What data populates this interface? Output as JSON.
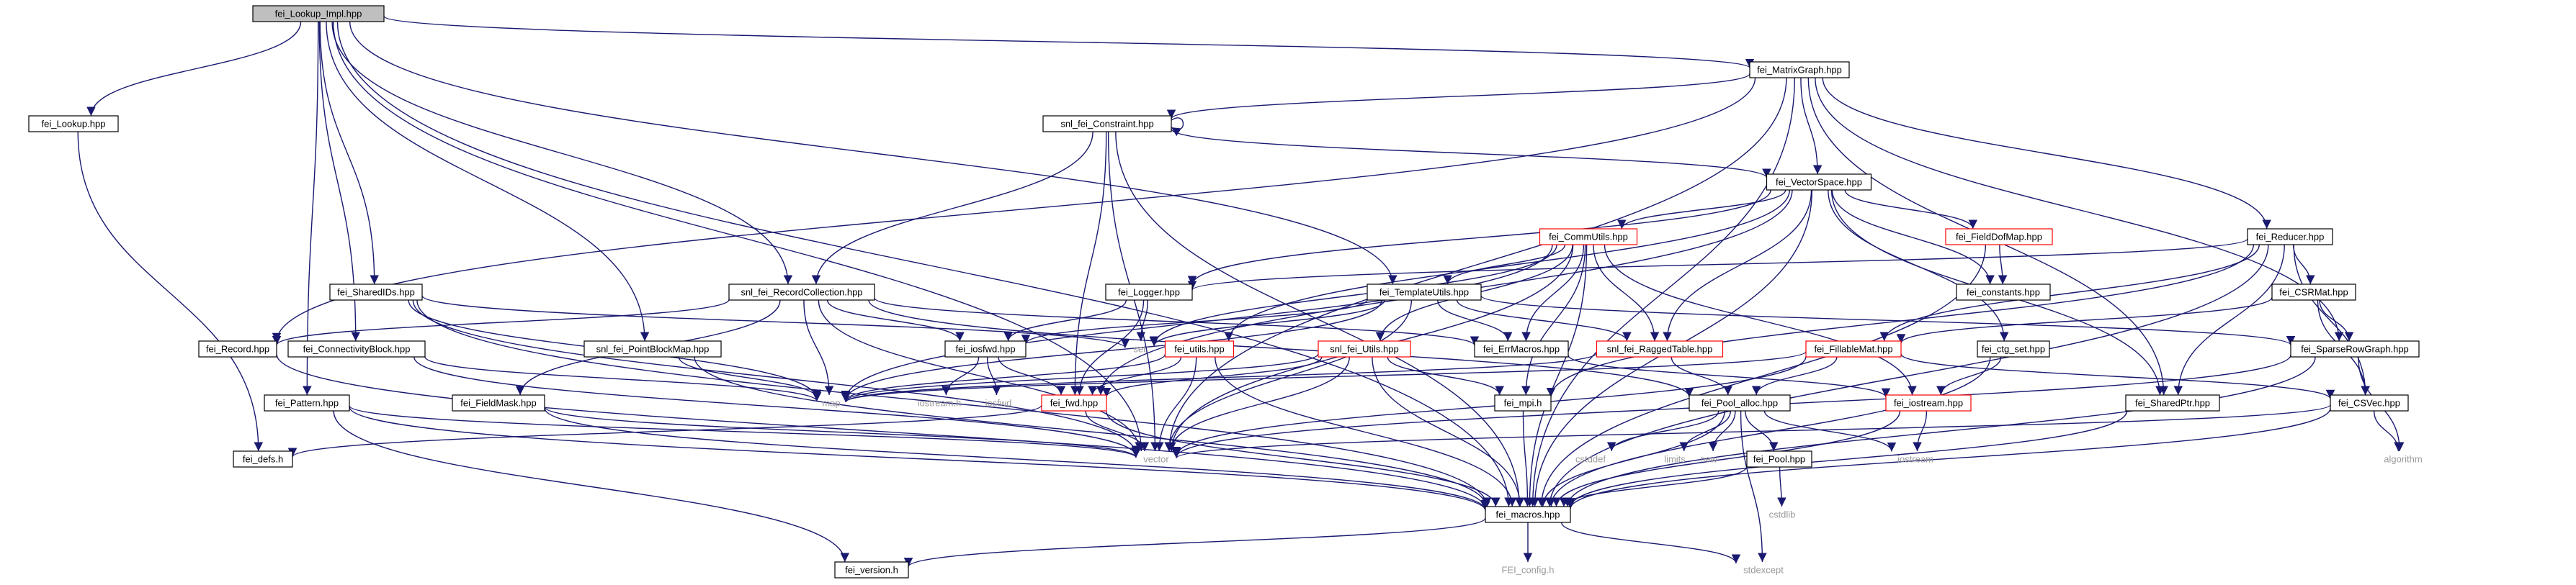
{
  "colors": {
    "edge": "#191970",
    "root_fill": "#bfbfbf",
    "external_border": "#ff0000",
    "system_header": "#bfbfbf"
  },
  "nodes": [
    {
      "id": "root",
      "label": "fei_Lookup_Impl.hpp",
      "kind": "root"
    },
    {
      "id": "matrixgraph",
      "label": "fei_MatrixGraph.hpp",
      "kind": "normal"
    },
    {
      "id": "lookup",
      "label": "fei_Lookup.hpp",
      "kind": "normal"
    },
    {
      "id": "constraint",
      "label": "snl_fei_Constraint.hpp",
      "kind": "normal"
    },
    {
      "id": "vectorspace",
      "label": "fei_VectorSpace.hpp",
      "kind": "normal"
    },
    {
      "id": "reducer",
      "label": "fei_Reducer.hpp",
      "kind": "normal"
    },
    {
      "id": "commutils",
      "label": "fei_CommUtils.hpp",
      "kind": "red"
    },
    {
      "id": "fielddofmap",
      "label": "fei_FieldDofMap.hpp",
      "kind": "red"
    },
    {
      "id": "sharedids",
      "label": "fei_SharedIDs.hpp",
      "kind": "normal"
    },
    {
      "id": "reccoll",
      "label": "snl_fei_RecordCollection.hpp",
      "kind": "normal"
    },
    {
      "id": "logger",
      "label": "fei_Logger.hpp",
      "kind": "normal"
    },
    {
      "id": "templateutils",
      "label": "fei_TemplateUtils.hpp",
      "kind": "normal"
    },
    {
      "id": "constants",
      "label": "fei_constants.hpp",
      "kind": "normal"
    },
    {
      "id": "csrmat",
      "label": "fei_CSRMat.hpp",
      "kind": "normal"
    },
    {
      "id": "record",
      "label": "fei_Record.hpp",
      "kind": "normal"
    },
    {
      "id": "connblock",
      "label": "fei_ConnectivityBlock.hpp",
      "kind": "normal"
    },
    {
      "id": "pointblockmap",
      "label": "snl_fei_PointBlockMap.hpp",
      "kind": "normal"
    },
    {
      "id": "set",
      "label": "set",
      "kind": "gray"
    },
    {
      "id": "iosfwd_hpp",
      "label": "fei_iosfwd.hpp",
      "kind": "normal"
    },
    {
      "id": "utils",
      "label": "fei_utils.hpp",
      "kind": "red"
    },
    {
      "id": "snlutils",
      "label": "snl_fei_Utils.hpp",
      "kind": "red"
    },
    {
      "id": "errmacros",
      "label": "fei_ErrMacros.hpp",
      "kind": "normal"
    },
    {
      "id": "raggedtable",
      "label": "snl_fei_RaggedTable.hpp",
      "kind": "red"
    },
    {
      "id": "fillablemat",
      "label": "fei_FillableMat.hpp",
      "kind": "red"
    },
    {
      "id": "ctgset",
      "label": "fei_ctg_set.hpp",
      "kind": "normal"
    },
    {
      "id": "sparserowgraph",
      "label": "fei_SparseRowGraph.hpp",
      "kind": "normal"
    },
    {
      "id": "fieldmask",
      "label": "fei_FieldMask.hpp",
      "kind": "normal"
    },
    {
      "id": "map",
      "label": "map",
      "kind": "gray"
    },
    {
      "id": "iostream_h",
      "label": "iostream.h",
      "kind": "gray"
    },
    {
      "id": "iosfwd",
      "label": "iosfwd",
      "kind": "gray"
    },
    {
      "id": "fei_fwd",
      "label": "fei_fwd.hpp",
      "kind": "red"
    },
    {
      "id": "mpi",
      "label": "fei_mpi.h",
      "kind": "normal"
    },
    {
      "id": "poolalloc",
      "label": "fei_Pool_alloc.hpp",
      "kind": "normal"
    },
    {
      "id": "fei_iostream",
      "label": "fei_iostream.hpp",
      "kind": "red"
    },
    {
      "id": "sharedptr",
      "label": "fei_SharedPtr.hpp",
      "kind": "normal"
    },
    {
      "id": "csvec",
      "label": "fei_CSVec.hpp",
      "kind": "normal"
    },
    {
      "id": "pattern",
      "label": "fei_Pattern.hpp",
      "kind": "normal"
    },
    {
      "id": "defs",
      "label": "fei_defs.h",
      "kind": "normal"
    },
    {
      "id": "vector",
      "label": "vector",
      "kind": "gray"
    },
    {
      "id": "cstddef",
      "label": "cstddef",
      "kind": "gray"
    },
    {
      "id": "limits",
      "label": "limits",
      "kind": "gray"
    },
    {
      "id": "new",
      "label": "new",
      "kind": "gray"
    },
    {
      "id": "pool",
      "label": "fei_Pool.hpp",
      "kind": "normal"
    },
    {
      "id": "iostream",
      "label": "iostream",
      "kind": "gray"
    },
    {
      "id": "algorithm",
      "label": "algorithm",
      "kind": "gray"
    },
    {
      "id": "cstdlib",
      "label": "cstdlib",
      "kind": "gray"
    },
    {
      "id": "macros",
      "label": "fei_macros.hpp",
      "kind": "normal"
    },
    {
      "id": "version",
      "label": "fei_version.h",
      "kind": "normal"
    },
    {
      "id": "feiconfig",
      "label": "FEI_config.h",
      "kind": "gray"
    },
    {
      "id": "stdexcept",
      "label": "stdexcept",
      "kind": "gray"
    }
  ],
  "edges": [
    [
      "root",
      "matrixgraph"
    ],
    [
      "root",
      "lookup"
    ],
    [
      "root",
      "reccoll"
    ],
    [
      "root",
      "sharedids"
    ],
    [
      "root",
      "connblock"
    ],
    [
      "root",
      "pointblockmap"
    ],
    [
      "root",
      "templateutils"
    ],
    [
      "root",
      "vector"
    ],
    [
      "root",
      "macros"
    ],
    [
      "root",
      "pattern"
    ],
    [
      "matrixgraph",
      "constraint"
    ],
    [
      "matrixgraph",
      "vectorspace"
    ],
    [
      "matrixgraph",
      "reducer"
    ],
    [
      "matrixgraph",
      "record"
    ],
    [
      "matrixgraph",
      "sharedptr"
    ],
    [
      "matrixgraph",
      "sparserowgraph"
    ],
    [
      "matrixgraph",
      "macros"
    ],
    [
      "matrixgraph",
      "vector"
    ],
    [
      "lookup",
      "defs"
    ],
    [
      "constraint",
      "constraint"
    ],
    [
      "constraint",
      "vectorspace"
    ],
    [
      "constraint",
      "reccoll"
    ],
    [
      "constraint",
      "fei_fwd"
    ],
    [
      "constraint",
      "vector"
    ],
    [
      "constraint",
      "macros"
    ],
    [
      "vectorspace",
      "commutils"
    ],
    [
      "vectorspace",
      "fielddofmap"
    ],
    [
      "vectorspace",
      "logger"
    ],
    [
      "vectorspace",
      "utils"
    ],
    [
      "vectorspace",
      "raggedtable"
    ],
    [
      "vectorspace",
      "constants"
    ],
    [
      "vectorspace",
      "ctgset"
    ],
    [
      "vectorspace",
      "sharedptr"
    ],
    [
      "vectorspace",
      "fei_fwd"
    ],
    [
      "vectorspace",
      "macros"
    ],
    [
      "reducer",
      "csrmat"
    ],
    [
      "reducer",
      "fillablemat"
    ],
    [
      "reducer",
      "csvec"
    ],
    [
      "reducer",
      "sharedptr"
    ],
    [
      "reducer",
      "logger"
    ],
    [
      "reducer",
      "mpi"
    ],
    [
      "reducer",
      "macros"
    ],
    [
      "commutils",
      "templateutils"
    ],
    [
      "commutils",
      "errmacros"
    ],
    [
      "commutils",
      "raggedtable"
    ],
    [
      "commutils",
      "snlutils"
    ],
    [
      "commutils",
      "fei_iostream"
    ],
    [
      "commutils",
      "mpi"
    ],
    [
      "commutils",
      "set"
    ],
    [
      "commutils",
      "map"
    ],
    [
      "commutils",
      "vector"
    ],
    [
      "commutils",
      "macros"
    ],
    [
      "fielddofmap",
      "constants"
    ],
    [
      "fielddofmap",
      "macros"
    ],
    [
      "sharedids",
      "set"
    ],
    [
      "sharedids",
      "map"
    ],
    [
      "sharedids",
      "vector"
    ],
    [
      "sharedids",
      "macros"
    ],
    [
      "reccoll",
      "record"
    ],
    [
      "reccoll",
      "fieldmask"
    ],
    [
      "reccoll",
      "iosfwd_hpp"
    ],
    [
      "reccoll",
      "errmacros"
    ],
    [
      "reccoll",
      "map"
    ],
    [
      "reccoll",
      "vector"
    ],
    [
      "reccoll",
      "poolalloc"
    ],
    [
      "logger",
      "iosfwd_hpp"
    ],
    [
      "logger",
      "set"
    ],
    [
      "logger",
      "fei_fwd"
    ],
    [
      "templateutils",
      "raggedtable"
    ],
    [
      "templateutils",
      "errmacros"
    ],
    [
      "templateutils",
      "iosfwd_hpp"
    ],
    [
      "templateutils",
      "set"
    ],
    [
      "templateutils",
      "map"
    ],
    [
      "templateutils",
      "sparserowgraph"
    ],
    [
      "templateutils",
      "vector"
    ],
    [
      "csrmat",
      "sparserowgraph"
    ],
    [
      "csrmat",
      "fillablemat"
    ],
    [
      "csrmat",
      "csvec"
    ],
    [
      "record",
      "macros"
    ],
    [
      "connblock",
      "map"
    ],
    [
      "connblock",
      "vector"
    ],
    [
      "pointblockmap",
      "map"
    ],
    [
      "pointblockmap",
      "macros"
    ],
    [
      "iosfwd_hpp",
      "iostream_h"
    ],
    [
      "iosfwd_hpp",
      "iosfwd"
    ],
    [
      "iosfwd_hpp",
      "fei_fwd"
    ],
    [
      "utils",
      "fei_fwd"
    ],
    [
      "utils",
      "vector"
    ],
    [
      "utils",
      "map"
    ],
    [
      "utils",
      "macros"
    ],
    [
      "snlutils",
      "fei_fwd"
    ],
    [
      "snlutils",
      "vector"
    ],
    [
      "snlutils",
      "map"
    ],
    [
      "snlutils",
      "mpi"
    ],
    [
      "snlutils",
      "macros"
    ],
    [
      "errmacros",
      "fei_iostream"
    ],
    [
      "raggedtable",
      "poolalloc"
    ],
    [
      "raggedtable",
      "map"
    ],
    [
      "fillablemat",
      "poolalloc"
    ],
    [
      "fillablemat",
      "csvec"
    ],
    [
      "fillablemat",
      "vector"
    ],
    [
      "fillablemat",
      "map"
    ],
    [
      "ctgset",
      "fei_iostream"
    ],
    [
      "ctgset",
      "macros"
    ],
    [
      "sparserowgraph",
      "vector"
    ],
    [
      "sparserowgraph",
      "algorithm"
    ],
    [
      "sparserowgraph",
      "macros"
    ],
    [
      "fieldmask",
      "vector"
    ],
    [
      "fieldmask",
      "macros"
    ],
    [
      "fei_fwd",
      "defs"
    ],
    [
      "fei_fwd",
      "vector"
    ],
    [
      "fei_fwd",
      "macros"
    ],
    [
      "mpi",
      "macros"
    ],
    [
      "poolalloc",
      "cstddef"
    ],
    [
      "poolalloc",
      "limits"
    ],
    [
      "poolalloc",
      "new"
    ],
    [
      "poolalloc",
      "pool"
    ],
    [
      "poolalloc",
      "stdexcept"
    ],
    [
      "poolalloc",
      "iostream"
    ],
    [
      "poolalloc",
      "macros"
    ],
    [
      "fei_iostream",
      "iostream"
    ],
    [
      "fei_iostream",
      "macros"
    ],
    [
      "sharedptr",
      "macros"
    ],
    [
      "csvec",
      "vector"
    ],
    [
      "csvec",
      "algorithm"
    ],
    [
      "csvec",
      "macros"
    ],
    [
      "pattern",
      "vector"
    ],
    [
      "pattern",
      "version"
    ],
    [
      "pattern",
      "macros"
    ],
    [
      "pool",
      "cstdlib"
    ],
    [
      "pool",
      "macros"
    ],
    [
      "macros",
      "version"
    ],
    [
      "macros",
      "feiconfig"
    ],
    [
      "macros",
      "stdexcept"
    ]
  ]
}
